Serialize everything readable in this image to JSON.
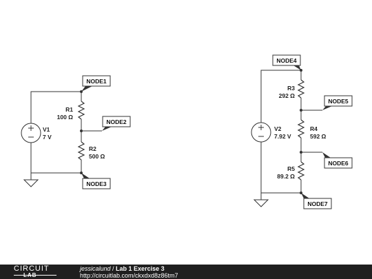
{
  "circuit1": {
    "source": {
      "label": "V1",
      "value": "7 V"
    },
    "r1": {
      "label": "R1",
      "value": "100 Ω"
    },
    "r2": {
      "label": "R2",
      "value": "500 Ω"
    },
    "nodes": {
      "n1": "NODE1",
      "n2": "NODE2",
      "n3": "NODE3"
    }
  },
  "circuit2": {
    "source": {
      "label": "V2",
      "value": "7.92 V"
    },
    "r3": {
      "label": "R3",
      "value": "292 Ω"
    },
    "r4": {
      "label": "R4",
      "value": "592 Ω"
    },
    "r5": {
      "label": "R5",
      "value": "89.2 Ω"
    },
    "nodes": {
      "n4": "NODE4",
      "n5": "NODE5",
      "n6": "NODE6",
      "n7": "NODE7"
    }
  },
  "footer": {
    "logo_top": "CIRCUIT",
    "logo_bottom": "LAB",
    "author": "jessicalund",
    "separator": " / ",
    "title": "Lab 1 Exercise 3",
    "url": "http://circuitlab.com/ckxdxd8z86tm7"
  }
}
